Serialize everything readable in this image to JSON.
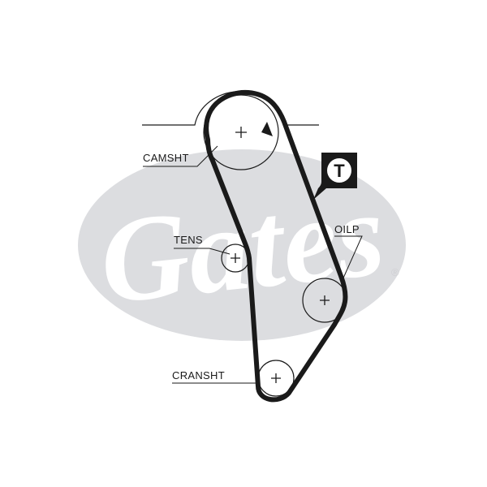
{
  "diagram": {
    "watermark": {
      "brand": "Gates",
      "registered_mark": "®",
      "color": "#dcdde0"
    },
    "labels": {
      "camshaft": "CAMSHT",
      "tensioner": "TENS",
      "oil_pump": "OILP",
      "crankshaft": "CRANSHT"
    },
    "timing_badge": "T",
    "colors": {
      "belt": "#1a1a1a",
      "badge": "#1a1a1a"
    }
  }
}
